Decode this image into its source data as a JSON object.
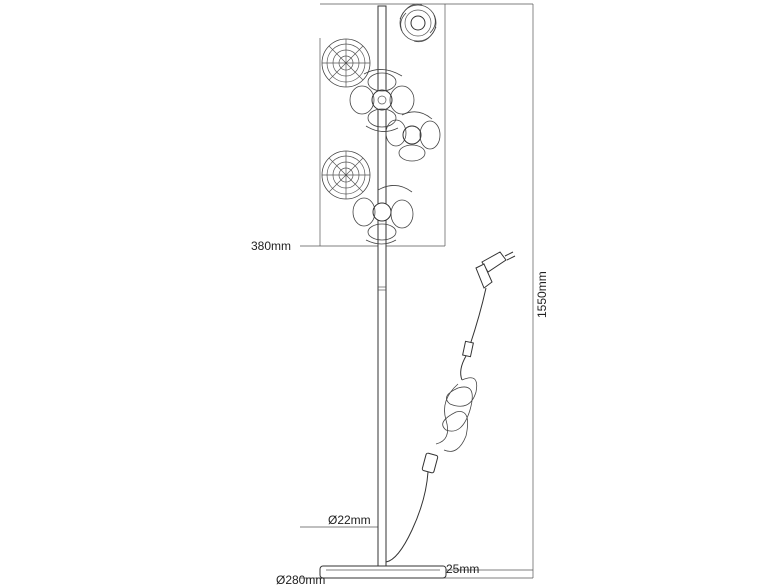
{
  "diagram": {
    "dimensions": {
      "shade_width": "380mm",
      "total_height": "1550mm",
      "pole_diameter": "Ø22mm",
      "base_thickness": "25mm",
      "base_diameter": "Ø280mm"
    }
  }
}
